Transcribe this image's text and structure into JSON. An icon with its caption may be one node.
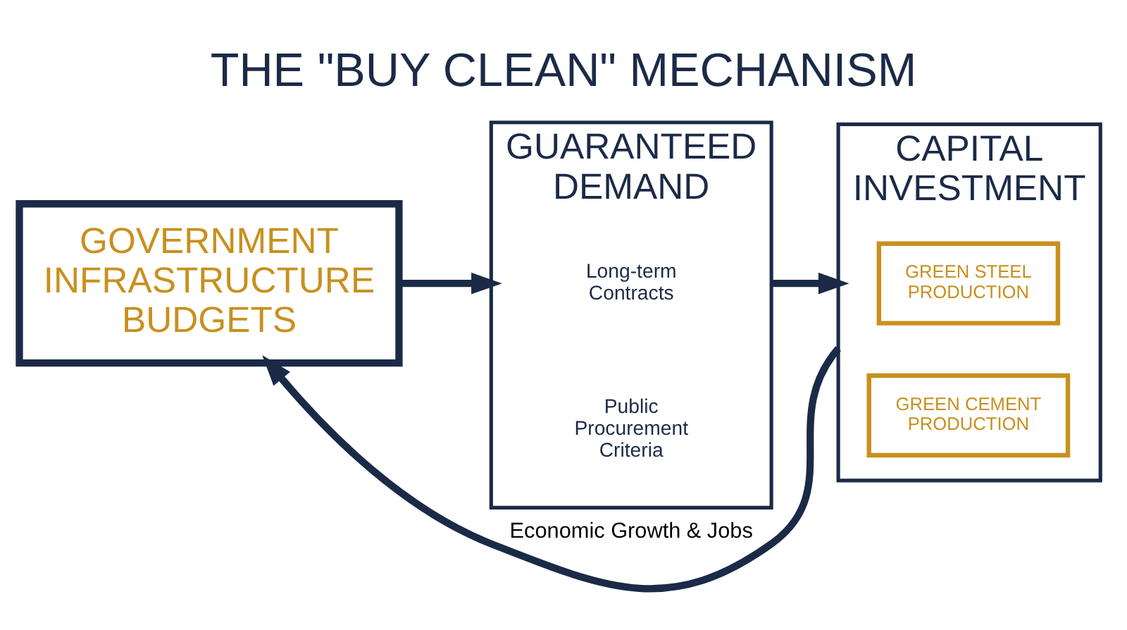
{
  "diagram": {
    "title": "THE \"BUY CLEAN\" MECHANISM",
    "nodes": [
      {
        "text": [
          "GOVERNMENT INFRASTRUCTURE BUDGETS"
        ]
      },
      {
        "text": [
          "GUARANTEED DEMAND"
        ]
      },
      {
        "text": [
          "Long-term Contracts"
        ],
        "in": 1
      },
      {
        "text": [
          "Public Procurement Criteria"
        ],
        "in": 1
      },
      {
        "text": [
          "CAPITAL INVESTMENT"
        ]
      },
      {
        "text": [
          "GREEN STEEL PRODUCTION"
        ],
        "in": 4
      },
      {
        "text": [
          "GREEN CEMENT PRODUCTION"
        ],
        "in": 4
      }
    ],
    "edges": [
      {
        "from": 0,
        "to": 1,
        "arrow": "to"
      },
      {
        "from": 1,
        "to": 4,
        "arrow": "to"
      },
      {
        "from": 4,
        "to": 0,
        "arrow": "to",
        "label": "Economic Growth & Jobs"
      }
    ]
  }
}
